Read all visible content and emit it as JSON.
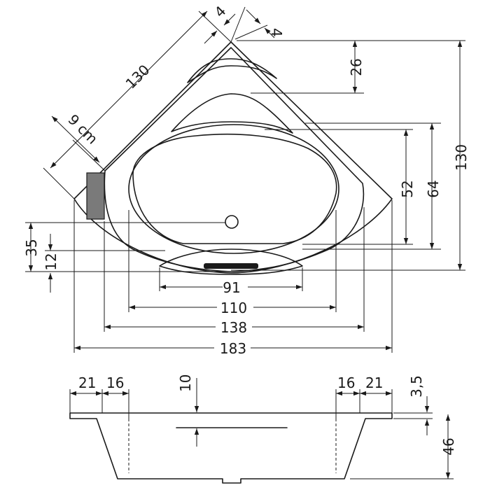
{
  "top_view": {
    "rim_width": "4",
    "rim_offset": "4",
    "side_length": "130",
    "edge_offset": "9 cm",
    "depth_26": "26",
    "depth_52": "52",
    "depth_64": "64",
    "depth_130": "130",
    "height_35": "35",
    "height_12": "12",
    "width_91": "91",
    "width_110": "110",
    "width_138": "138",
    "width_183": "183"
  },
  "side_view": {
    "left_21": "21",
    "left_16": "16",
    "center_10": "10",
    "right_16": "16",
    "right_21": "21",
    "rim_3_5": "3,5",
    "depth_46": "46"
  },
  "colors": {
    "line": "#1a1a1a",
    "headrest": "#7a7a7a",
    "drain_handle": "#1a1a1a"
  },
  "icons": {
    "headrest": "grey-headrest-block",
    "drain": "circle-drain",
    "overflow": "black-overflow-handle"
  }
}
